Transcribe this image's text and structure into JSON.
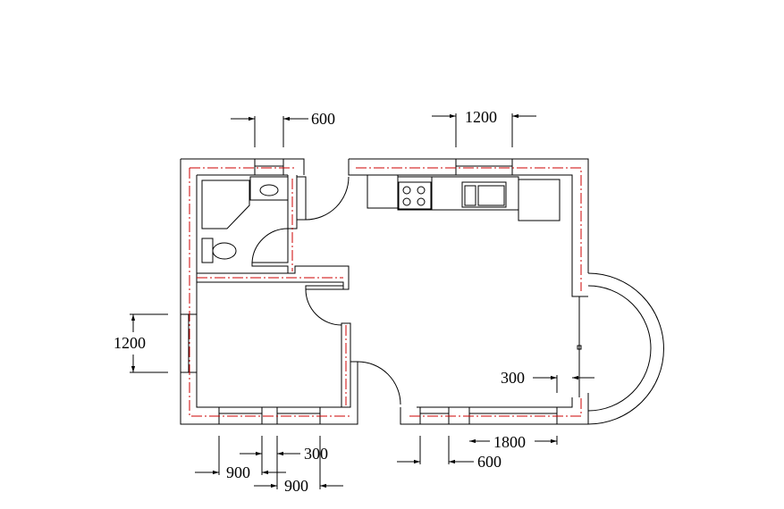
{
  "plan": {
    "colors": {
      "line": "#000000",
      "centerline": "#cc0000",
      "background": "#ffffff"
    },
    "dimensions": {
      "top_window_bath": "600",
      "top_window_kitchen": "1200",
      "left_window": "1200",
      "right_wall_offset": "300",
      "bottom_window_left": "900",
      "bottom_mullion": "300",
      "bottom_window_mid": "900",
      "bottom_right_span": "1800",
      "bottom_right_window": "600"
    }
  }
}
